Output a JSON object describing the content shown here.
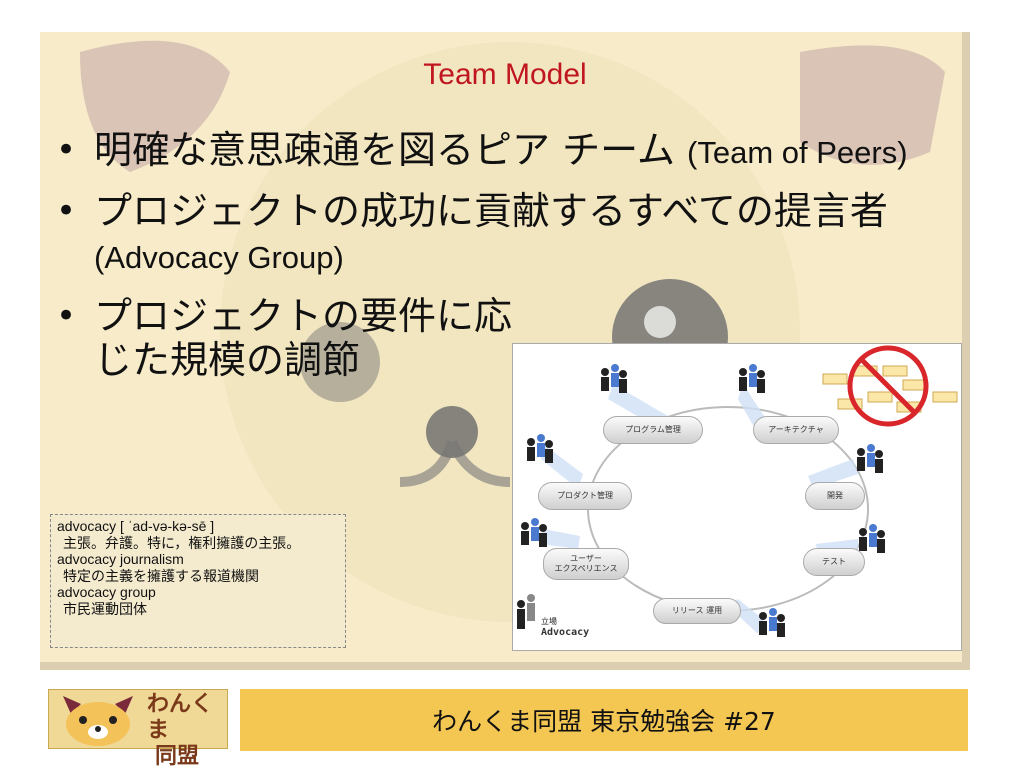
{
  "title": "Team Model",
  "bullets": [
    {
      "ja": "明確な意思疎通を図るピア チーム ",
      "en": "(Team of Peers)"
    },
    {
      "ja": "プロジェクトの成功に貢献するすべての提言者 ",
      "en": "(Advocacy Group)"
    },
    {
      "ja": "プロジェクトの要件に応じた規模の調節",
      "en": ""
    }
  ],
  "definition": {
    "l1": "advocacy [ ˈad-və-kə-sē ]",
    "l2": "主張。弁護。特に，権利擁護の主張。",
    "l3": "advocacy journalism",
    "l4": "特定の主義を擁護する報道機関",
    "l5": "advocacy group",
    "l6": "市民運動団体"
  },
  "diagram": {
    "nodes": {
      "program": "プログラム管理",
      "architecture": "アーキテクチャ",
      "product": "プロダクト管理",
      "dev": "開発",
      "ux": "ユーザー\nエクスペリエンス",
      "test": "テスト",
      "release": "リリース 運用"
    },
    "legend_label": "立場",
    "legend_text": "Advocacy"
  },
  "footer": {
    "logo_line1": "わんくま",
    "logo_line2": "同盟",
    "text": "わんくま同盟 東京勉強会 #27"
  }
}
